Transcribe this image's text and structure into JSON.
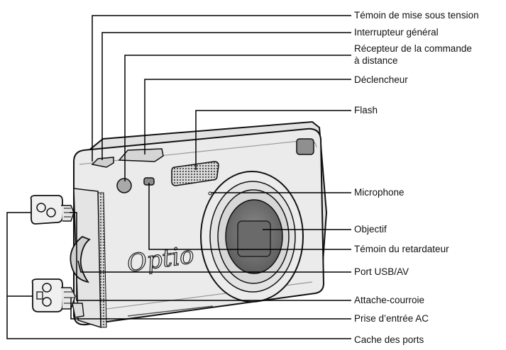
{
  "brand": "Optio",
  "labels": {
    "power_lamp": "Témoin de mise sous tension",
    "power_switch": "Interrupteur général",
    "remote_receiver_line1": "Récepteur de la commande",
    "remote_receiver_line2": "à distance",
    "shutter_release": "Déclencheur",
    "flash": "Flash",
    "microphone": "Microphone",
    "lens": "Objectif",
    "self_timer_lamp": "Témoin du retardateur",
    "usb_av_port": "Port USB/AV",
    "strap_lug": "Attache-courroie",
    "ac_input": "Prise d’entrée AC",
    "port_cover": "Cache des ports"
  }
}
